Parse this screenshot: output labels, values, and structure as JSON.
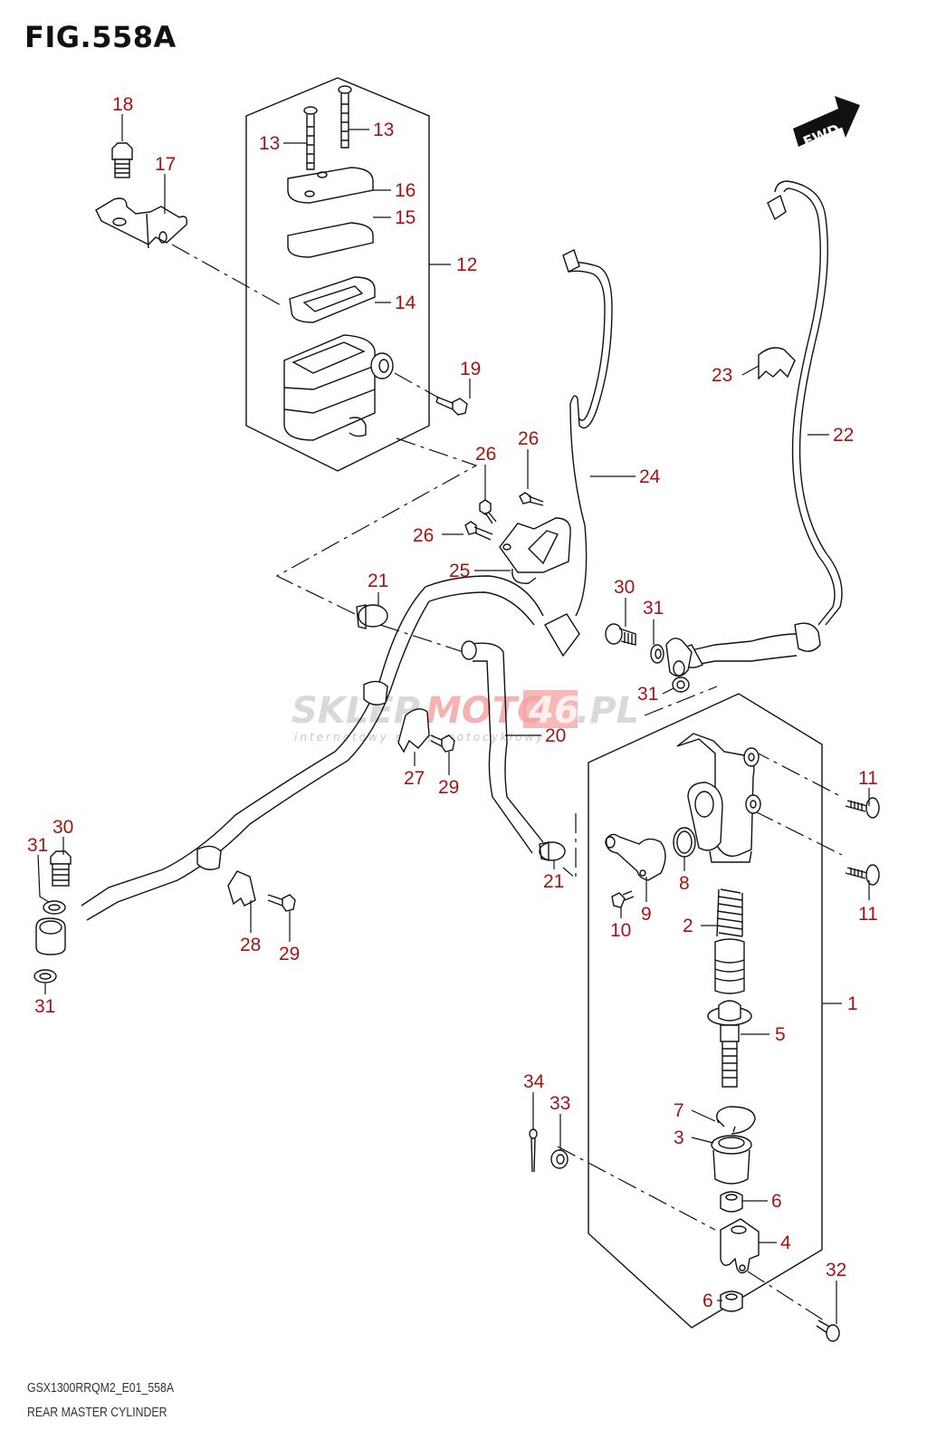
{
  "figure": {
    "title": "FIG.558A",
    "model_code": "GSX1300RRQM2_E01_558A",
    "name": "REAR MASTER CYLINDER",
    "fwd_label": "FWD"
  },
  "watermark": {
    "brand_left": "SKLEP",
    "brand_mid": "MOTO",
    "brand_num": "46",
    "brand_tld": ".PL",
    "tagline": "internetowy sklep motocyklowy"
  },
  "colors": {
    "label": "#a31515",
    "line": "#111111",
    "watermark_red": "#f08080"
  },
  "callouts": [
    {
      "id": "c18",
      "text": "18"
    },
    {
      "id": "c17",
      "text": "17"
    },
    {
      "id": "c13a",
      "text": "13"
    },
    {
      "id": "c13b",
      "text": "13"
    },
    {
      "id": "c16",
      "text": "16"
    },
    {
      "id": "c15",
      "text": "15"
    },
    {
      "id": "c12",
      "text": "12"
    },
    {
      "id": "c14",
      "text": "14"
    },
    {
      "id": "c19",
      "text": "19"
    },
    {
      "id": "c26a",
      "text": "26"
    },
    {
      "id": "c26b",
      "text": "26"
    },
    {
      "id": "c26c",
      "text": "26"
    },
    {
      "id": "c25",
      "text": "25"
    },
    {
      "id": "c24",
      "text": "24"
    },
    {
      "id": "c23",
      "text": "23"
    },
    {
      "id": "c22",
      "text": "22"
    },
    {
      "id": "c21a",
      "text": "21"
    },
    {
      "id": "c30a",
      "text": "30"
    },
    {
      "id": "c31a",
      "text": "31"
    },
    {
      "id": "c31b",
      "text": "31"
    },
    {
      "id": "c20",
      "text": "20"
    },
    {
      "id": "c27",
      "text": "27"
    },
    {
      "id": "c29a",
      "text": "29"
    },
    {
      "id": "c11a",
      "text": "11"
    },
    {
      "id": "c11b",
      "text": "11"
    },
    {
      "id": "c30b",
      "text": "30"
    },
    {
      "id": "c31c",
      "text": "31"
    },
    {
      "id": "c31d",
      "text": "31"
    },
    {
      "id": "c28",
      "text": "28"
    },
    {
      "id": "c29b",
      "text": "29"
    },
    {
      "id": "c21b",
      "text": "21"
    },
    {
      "id": "c8",
      "text": "8"
    },
    {
      "id": "c9",
      "text": "9"
    },
    {
      "id": "c10",
      "text": "10"
    },
    {
      "id": "c2",
      "text": "2"
    },
    {
      "id": "c1",
      "text": "1"
    },
    {
      "id": "c5",
      "text": "5"
    },
    {
      "id": "c34",
      "text": "34"
    },
    {
      "id": "c33",
      "text": "33"
    },
    {
      "id": "c7",
      "text": "7"
    },
    {
      "id": "c3",
      "text": "3"
    },
    {
      "id": "c6a",
      "text": "6"
    },
    {
      "id": "c4",
      "text": "4"
    },
    {
      "id": "c32",
      "text": "32"
    },
    {
      "id": "c6b",
      "text": "6"
    }
  ]
}
